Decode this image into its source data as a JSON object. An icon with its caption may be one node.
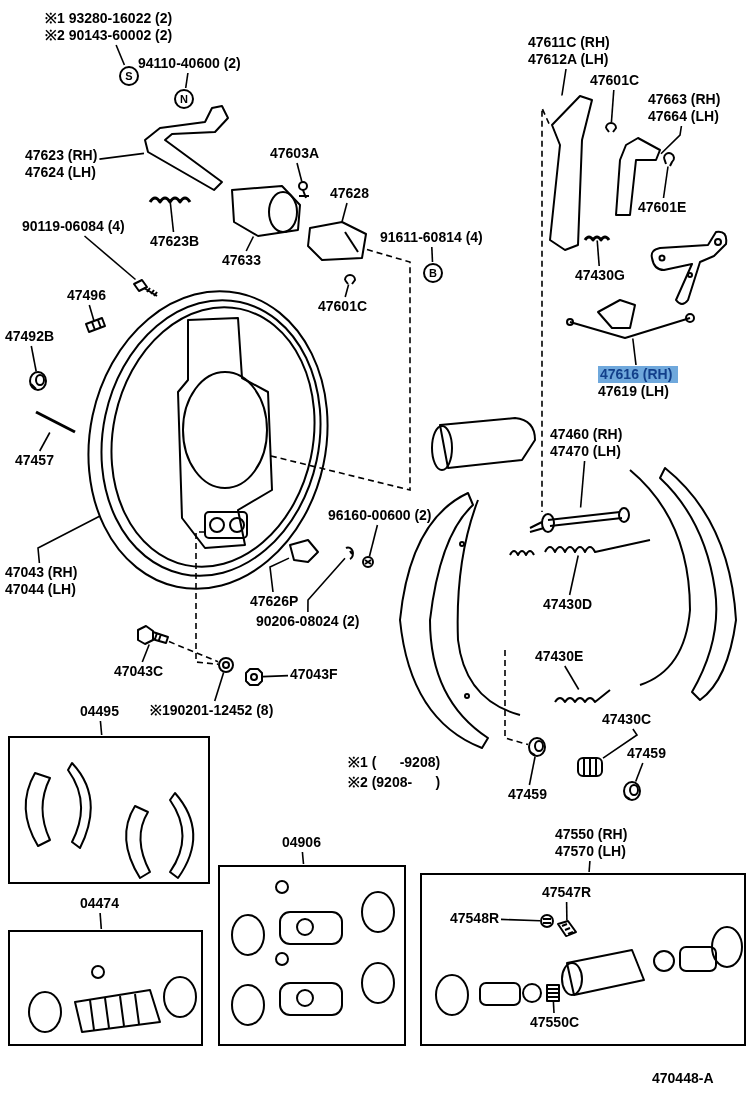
{
  "diagram": {
    "nodes": [
      {
        "text": [
          "※1 93280-16022 (2)",
          "※2 90143-60002 (2)"
        ]
      },
      {
        "text": [
          "S"
        ]
      },
      {
        "text": [
          "94110-40600 (2)"
        ]
      },
      {
        "text": [
          "N"
        ]
      },
      {
        "text": [
          "47623 (RH)",
          "47624 (LH)"
        ]
      },
      {
        "text": [
          "47603A"
        ]
      },
      {
        "text": [
          "47623B"
        ]
      },
      {
        "text": [
          "47633"
        ]
      },
      {
        "text": [
          "47628"
        ]
      },
      {
        "text": [
          "90119-06084 (4)"
        ]
      },
      {
        "text": [
          "91611-60814 (4)"
        ]
      },
      {
        "text": [
          "B"
        ]
      },
      {
        "text": [
          "47601C"
        ]
      },
      {
        "text": [
          "47496"
        ]
      },
      {
        "text": [
          "47492B"
        ]
      },
      {
        "text": [
          "47457"
        ]
      },
      {
        "text": [
          "47043 (RH)",
          "47044 (LH)"
        ]
      },
      {
        "text": [
          "47626P"
        ]
      },
      {
        "text": [
          "96160-00600 (2)"
        ]
      },
      {
        "text": [
          "90206-08024 (2)"
        ]
      },
      {
        "text": [
          "47043C"
        ]
      },
      {
        "text": [
          "47043F"
        ]
      },
      {
        "text": [
          "※190201-12452 (8)"
        ]
      },
      {
        "text": [
          "47611C (RH)",
          "47612A (LH)"
        ]
      },
      {
        "text": [
          "47601C"
        ]
      },
      {
        "text": [
          "47663 (RH)",
          "47664 (LH)"
        ]
      },
      {
        "text": [
          "47601E"
        ]
      },
      {
        "text": [
          "47430G"
        ]
      },
      {
        "text": [
          "47616 (RH)",
          "47619 (LH)"
        ]
      },
      {
        "text": [
          "47460 (RH)",
          "47470 (LH)"
        ]
      },
      {
        "text": [
          "47430D"
        ]
      },
      {
        "text": [
          "47430E"
        ]
      },
      {
        "text": [
          "47430C"
        ]
      },
      {
        "text": [
          "47459"
        ]
      },
      {
        "text": [
          "47459"
        ]
      },
      {
        "text": [
          "04495"
        ]
      },
      {
        "text": [],
        "shape": "box"
      },
      {
        "text": [
          "04474"
        ]
      },
      {
        "text": [],
        "shape": "box"
      },
      {
        "text": [
          "04906"
        ]
      },
      {
        "text": [],
        "shape": "box"
      },
      {
        "text": [
          "47550 (RH)",
          "47570 (LH)"
        ]
      },
      {
        "text": [],
        "shape": "box"
      },
      {
        "text": [
          "47547R"
        ],
        "in": 42
      },
      {
        "text": [
          "47548R"
        ],
        "in": 42
      },
      {
        "text": [
          "47550C"
        ],
        "in": 42
      },
      {
        "text": [],
        "shape": "picture"
      },
      {
        "text": [],
        "shape": "picture"
      },
      {
        "text": [],
        "shape": "picture"
      },
      {
        "text": [],
        "shape": "picture"
      },
      {
        "text": [],
        "shape": "picture"
      },
      {
        "text": [],
        "shape": "picture"
      },
      {
        "text": [],
        "shape": "picture"
      },
      {
        "text": [],
        "shape": "picture"
      },
      {
        "text": [],
        "shape": "picture"
      },
      {
        "text": [],
        "shape": "picture"
      },
      {
        "text": [],
        "shape": "picture"
      },
      {
        "text": [],
        "shape": "picture"
      },
      {
        "text": [],
        "shape": "picture"
      },
      {
        "text": [],
        "shape": "picture"
      },
      {
        "text": [],
        "shape": "picture"
      },
      {
        "text": [],
        "shape": "picture"
      },
      {
        "text": [],
        "shape": "picture"
      },
      {
        "text": [],
        "shape": "picture"
      },
      {
        "text": [],
        "shape": "picture"
      },
      {
        "text": [],
        "shape": "picture"
      },
      {
        "text": [],
        "shape": "picture"
      },
      {
        "text": [],
        "shape": "picture"
      },
      {
        "text": [],
        "shape": "picture"
      },
      {
        "text": [],
        "shape": "picture"
      },
      {
        "text": [],
        "shape": "picture"
      },
      {
        "text": [],
        "shape": "picture"
      },
      {
        "text": [],
        "shape": "picture"
      },
      {
        "text": [],
        "shape": "picture"
      },
      {
        "text": [],
        "shape": "picture"
      },
      {
        "text": [],
        "shape": "picture",
        "in": 42
      },
      {
        "text": [],
        "shape": "picture",
        "in": 42
      },
      {
        "text": [],
        "shape": "picture",
        "in": 42
      },
      {
        "text": [],
        "shape": "picture"
      }
    ],
    "edges": [
      {
        "from": 0,
        "to": 1,
        "arrow": "none"
      },
      {
        "from": 2,
        "to": 3,
        "arrow": "none"
      },
      {
        "from": 4,
        "to": 46,
        "arrow": "none"
      },
      {
        "from": 5,
        "to": 47,
        "arrow": "none"
      },
      {
        "from": 6,
        "to": 48,
        "arrow": "none"
      },
      {
        "from": 7,
        "to": 49,
        "arrow": "none"
      },
      {
        "from": 8,
        "to": 50,
        "arrow": "none"
      },
      {
        "from": 9,
        "to": 51,
        "arrow": "none"
      },
      {
        "from": 10,
        "to": 11,
        "arrow": "none"
      },
      {
        "from": 12,
        "to": 52,
        "arrow": "none"
      },
      {
        "from": 13,
        "to": 53,
        "arrow": "none"
      },
      {
        "from": 14,
        "to": 54,
        "arrow": "none"
      },
      {
        "from": 15,
        "to": 55,
        "arrow": "none"
      },
      {
        "from": 16,
        "to": 56,
        "arrow": "none"
      },
      {
        "from": 17,
        "to": 57,
        "arrow": "none"
      },
      {
        "from": 18,
        "to": 58,
        "arrow": "none"
      },
      {
        "from": 19,
        "to": 59,
        "arrow": "none"
      },
      {
        "from": 20,
        "to": 60,
        "arrow": "none"
      },
      {
        "from": 21,
        "to": 61,
        "arrow": "none"
      },
      {
        "from": 22,
        "to": 62,
        "arrow": "none"
      },
      {
        "from": 23,
        "to": 63,
        "arrow": "none"
      },
      {
        "from": 24,
        "to": 64,
        "arrow": "none"
      },
      {
        "from": 25,
        "to": 65,
        "arrow": "none"
      },
      {
        "from": 26,
        "to": 66,
        "arrow": "none"
      },
      {
        "from": 27,
        "to": 67,
        "arrow": "none"
      },
      {
        "from": 28,
        "to": 68,
        "arrow": "none"
      },
      {
        "from": 29,
        "to": 69,
        "arrow": "none"
      },
      {
        "from": 30,
        "to": 70,
        "arrow": "none"
      },
      {
        "from": 31,
        "to": 71,
        "arrow": "none"
      },
      {
        "from": 32,
        "to": 72,
        "arrow": "none"
      },
      {
        "from": 33,
        "to": 73,
        "arrow": "none"
      },
      {
        "from": 34,
        "to": 74,
        "arrow": "none"
      },
      {
        "from": 35,
        "to": 36,
        "arrow": "none"
      },
      {
        "from": 37,
        "to": 38,
        "arrow": "none"
      },
      {
        "from": 39,
        "to": 40,
        "arrow": "none"
      },
      {
        "from": 41,
        "to": 42,
        "arrow": "none"
      },
      {
        "from": 43,
        "to": 75,
        "arrow": "none"
      },
      {
        "from": 44,
        "to": 76,
        "arrow": "none"
      },
      {
        "from": 45,
        "to": 77,
        "arrow": "none"
      },
      {
        "from": 50,
        "to": 56,
        "arrow": "none",
        "style": "dashed"
      },
      {
        "from": 56,
        "to": 62,
        "arrow": "none",
        "style": "dashed"
      },
      {
        "from": 60,
        "to": 62,
        "arrow": "none",
        "style": "dashed"
      },
      {
        "from": 63,
        "to": 69,
        "arrow": "none",
        "style": "dashed"
      },
      {
        "from": 78,
        "to": 73,
        "arrow": "none",
        "style": "dashed"
      }
    ],
    "labels": [
      "※1 (      -9208)",
      "※2 (9208-      )",
      "470448-A"
    ]
  }
}
